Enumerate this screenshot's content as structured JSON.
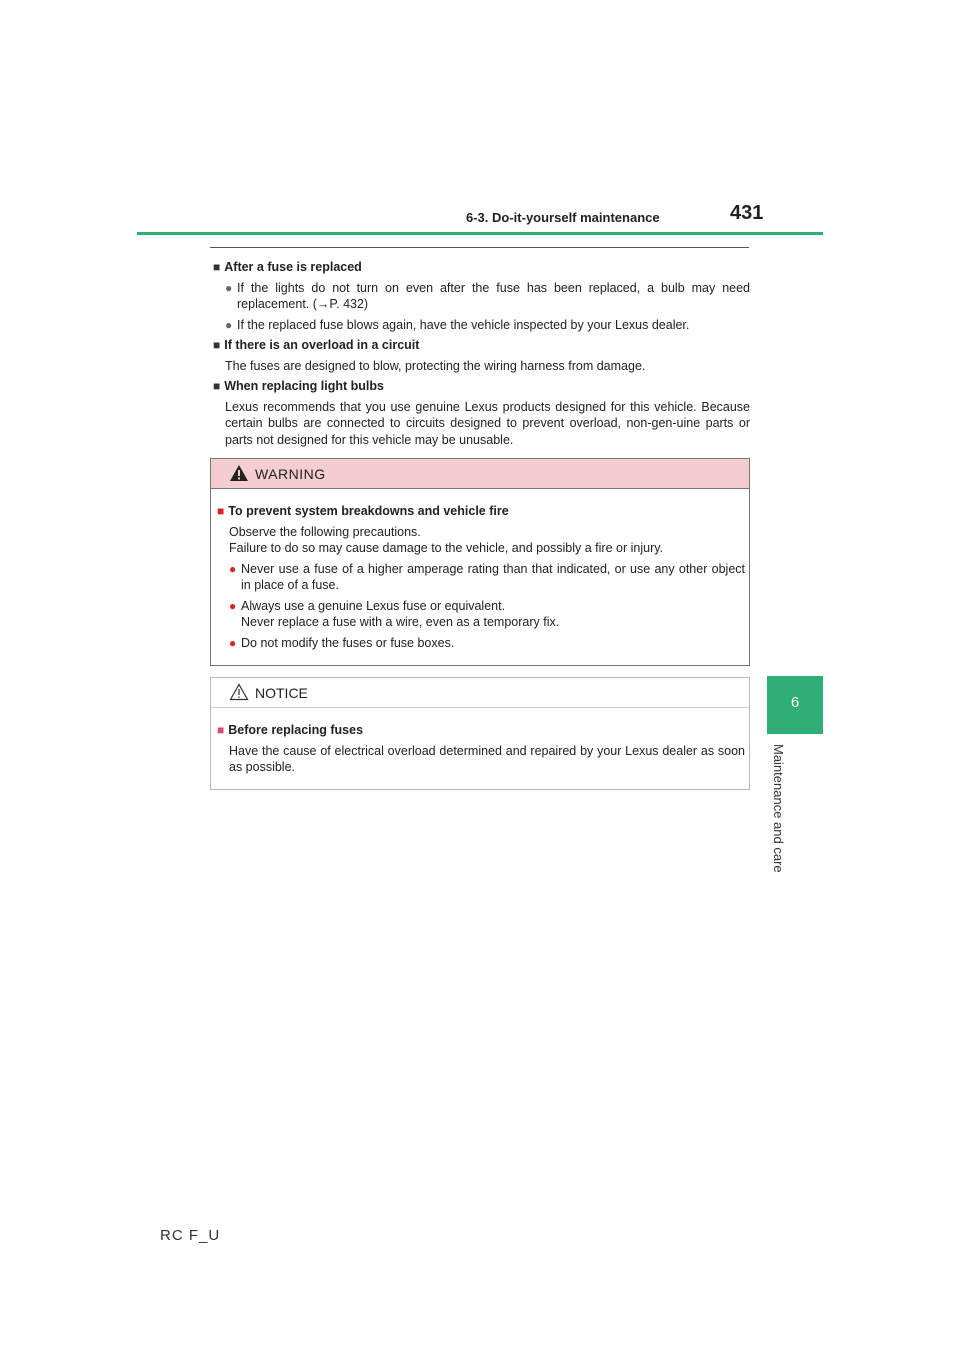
{
  "header": {
    "section_title": "6-3. Do-it-yourself maintenance",
    "page_number": "431"
  },
  "side_tab": {
    "chapter_number": "6",
    "chapter_label": "Maintenance and care"
  },
  "sections": {
    "fuse_replaced": {
      "heading": "After a fuse is replaced",
      "bullet1": "If the lights do not turn on even after the fuse has been replaced, a bulb may need replacement. (→P. 432)",
      "bullet2": "If the replaced fuse blows again, have the vehicle inspected by your Lexus dealer."
    },
    "overload": {
      "heading": "If there is an overload in a circuit",
      "body": "The fuses are designed to blow, protecting the wiring harness from damage."
    },
    "bulbs": {
      "heading": "When replacing light bulbs",
      "body": "Lexus recommends that you use genuine Lexus products designed for this vehicle. Because certain bulbs are connected to circuits designed to prevent overload, non-gen-uine parts or parts not designed for this vehicle may be unusable."
    }
  },
  "warning": {
    "title": "WARNING",
    "heading": "To prevent system breakdowns and vehicle fire",
    "body_line1": "Observe the following precautions.",
    "body_line2": "Failure to do so may cause damage to the vehicle, and possibly a fire or injury.",
    "bullet1": "Never use a fuse of a higher amperage rating than that indicated, or use any other object in place of a fuse.",
    "bullet2_line1": "Always use a genuine Lexus fuse or equivalent.",
    "bullet2_line2": "Never replace a fuse with a wire, even as a temporary fix.",
    "bullet3": "Do not modify the fuses or fuse boxes."
  },
  "notice": {
    "title": "NOTICE",
    "heading": "Before replacing fuses",
    "body": "Have the cause of electrical overload determined and repaired by your Lexus dealer as soon as possible."
  },
  "footer": {
    "code": "RC F_U"
  },
  "colors": {
    "accent_green": "#2fae78",
    "warning_bg": "#f3cdd0",
    "warning_red": "#d9232c",
    "notice_pink": "#d54a86"
  }
}
